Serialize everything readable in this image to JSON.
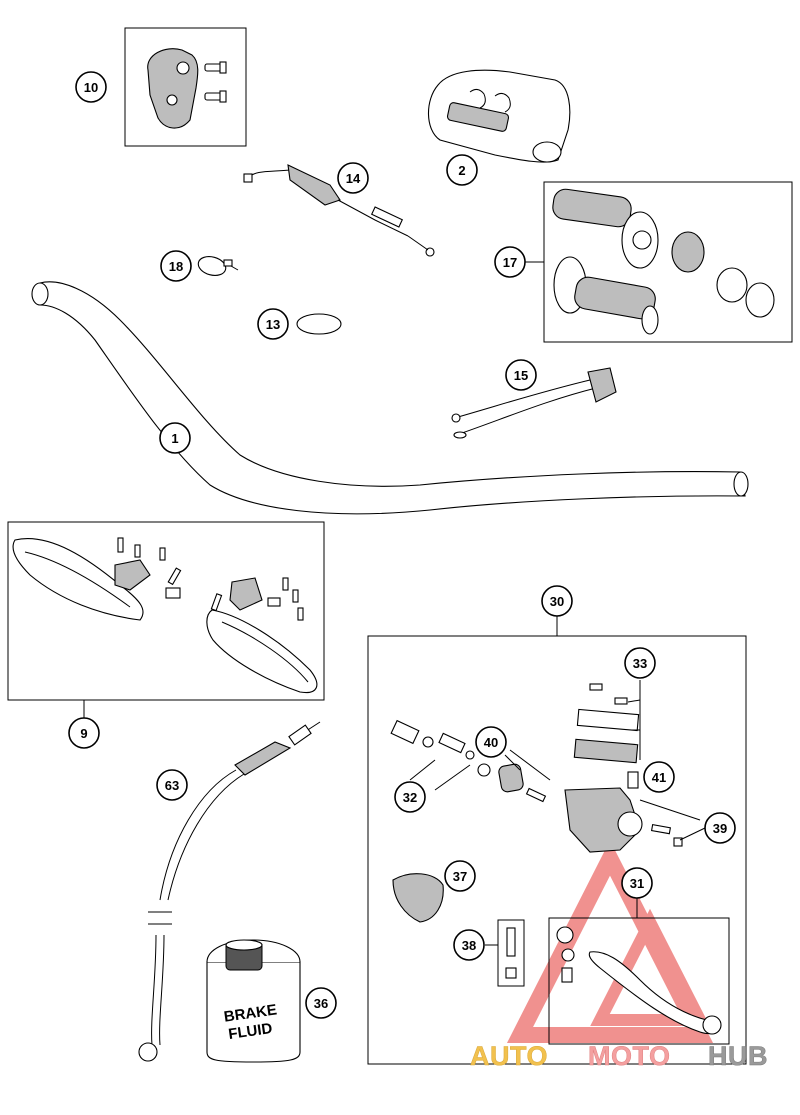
{
  "callouts": {
    "c1": "1",
    "c2": "2",
    "c9": "9",
    "c10": "10",
    "c13": "13",
    "c14": "14",
    "c15": "15",
    "c17": "17",
    "c18": "18",
    "c30": "30",
    "c31": "31",
    "c32": "32",
    "c33": "33",
    "c36": "36",
    "c37": "37",
    "c38": "38",
    "c39": "39",
    "c40": "40",
    "c41": "41",
    "c63": "63"
  },
  "brake_fluid": {
    "line1": "BRAKE",
    "line2": "FLUID"
  },
  "watermark": {
    "part1": "AUTO",
    "part2": "MOTO",
    "part3": "HUB",
    "color_auto": "#f2c14e",
    "color_moto": "#f4a0a0",
    "color_hub": "#9a9a9a",
    "triangle_color": "#e53935"
  }
}
